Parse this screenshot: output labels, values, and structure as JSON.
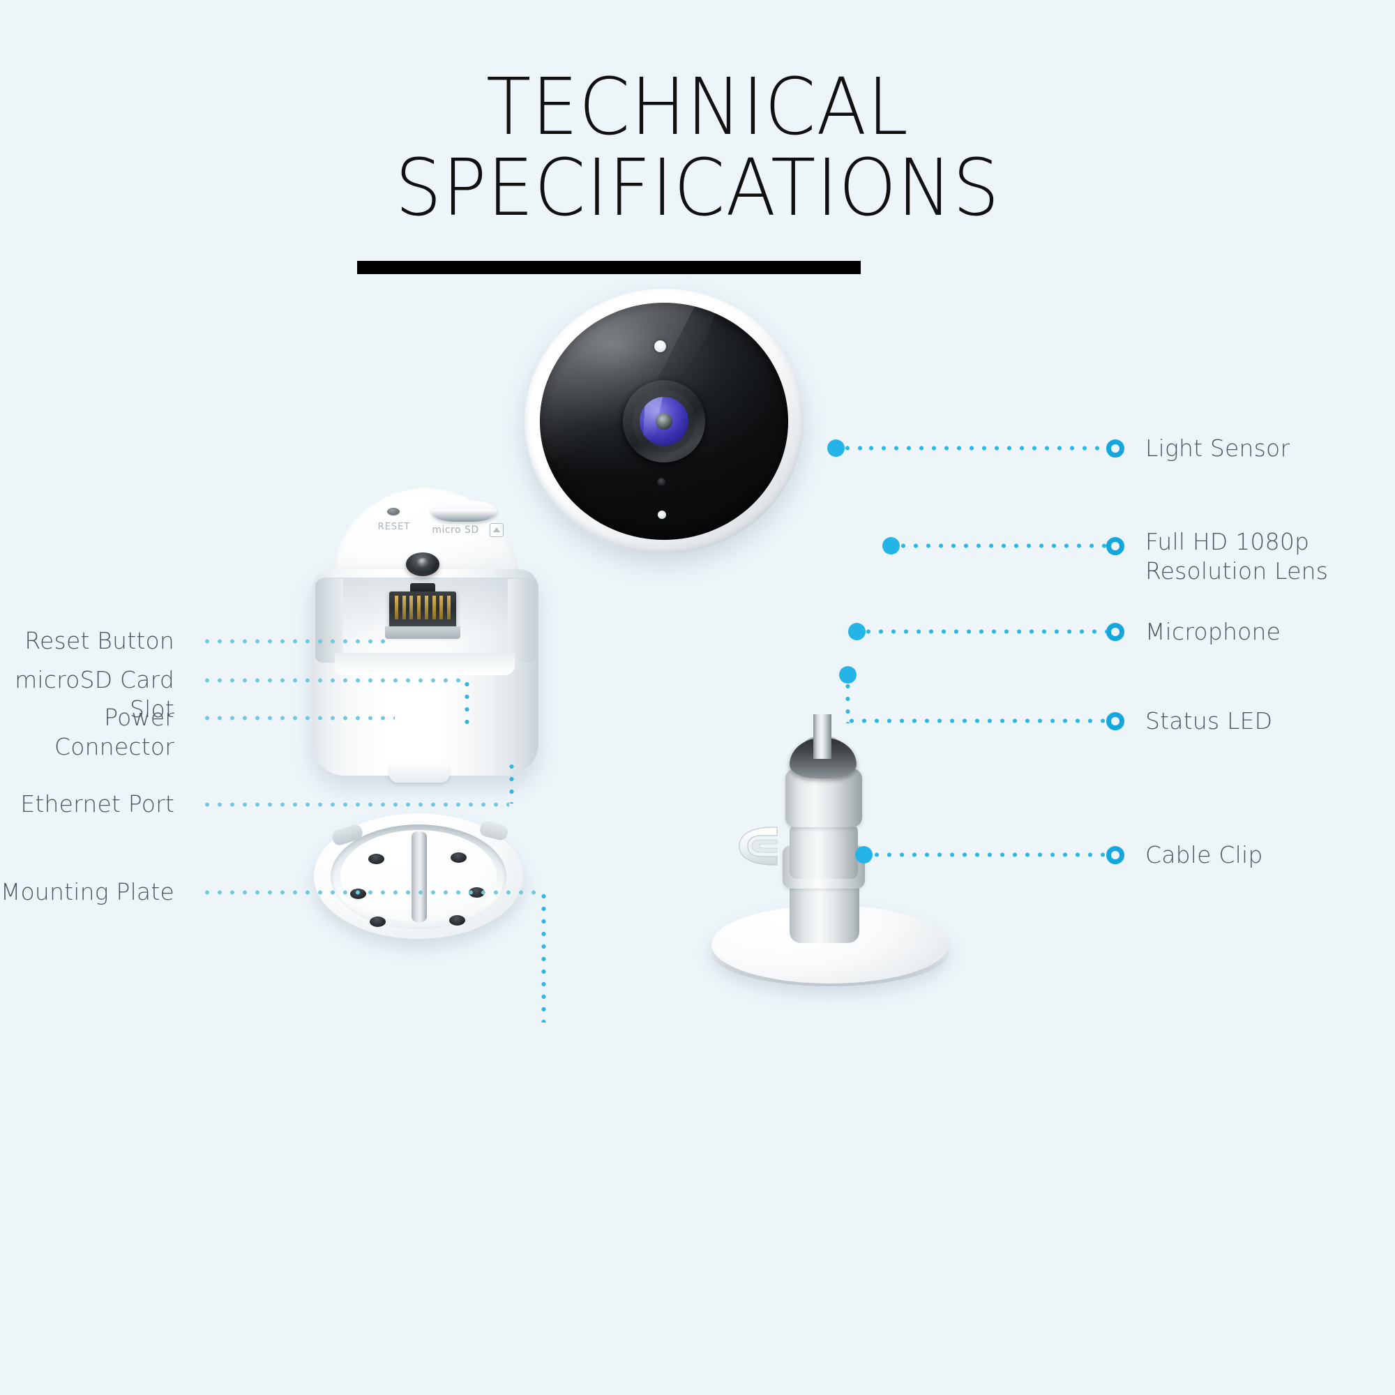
{
  "page": {
    "background_color": "#edf5f9",
    "accent_color": "#25b4e8",
    "label_color": "#4c5560",
    "title_color": "#101010"
  },
  "header": {
    "title_line1": "TECHNICAL",
    "title_line2": "SPECIFICATIONS",
    "rule": "title-underline-bar"
  },
  "callouts_right": [
    {
      "id": "light-sensor",
      "label": "Light Sensor",
      "marker": "ring-marker"
    },
    {
      "id": "lens",
      "label": "Full HD 1080p\nResolution Lens",
      "marker": "ring-marker"
    },
    {
      "id": "microphone",
      "label": "Microphone",
      "marker": "ring-marker"
    },
    {
      "id": "status-led",
      "label": "Status LED",
      "marker": "ring-marker"
    },
    {
      "id": "cable-clip",
      "label": "Cable Clip",
      "marker": "ring-marker"
    }
  ],
  "callouts_left": [
    {
      "id": "reset-button",
      "label": "Reset Button"
    },
    {
      "id": "microsd-slot",
      "label": "microSD Card Slot"
    },
    {
      "id": "power-connector",
      "label": "Power Connector"
    },
    {
      "id": "ethernet-port",
      "label": "Ethernet Port"
    },
    {
      "id": "mounting-plate",
      "label": "Mounting Plate"
    }
  ],
  "device_markings": {
    "reset_label": "RESET",
    "microsd_label": "micro SD"
  },
  "icons": {
    "ring_marker": "ring-marker-icon",
    "dot_marker": "dot-marker-icon",
    "sd_card": "sd-card-icon"
  }
}
